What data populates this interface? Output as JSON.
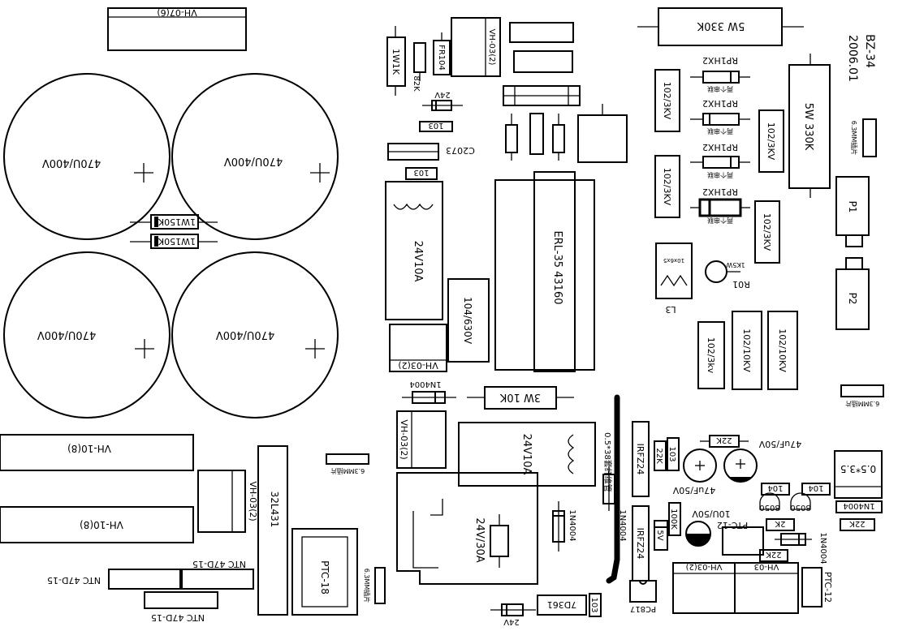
{
  "board": {
    "model": "BZ-34",
    "date": "2006.01",
    "background": "#ffffff",
    "ink": "#000000"
  },
  "caps": {
    "big_tl": "470U/400V",
    "big_tr": "470U/400V",
    "big_bl": "470U/400V",
    "big_br": "470U/400V",
    "c104": "104/630V",
    "c2073": "C2073",
    "c47a": "47uF/50V",
    "c47b": "47uF/50V",
    "c10": "10U/50V",
    "c102_1": "102/3KV",
    "c102_2": "102/3KV",
    "c102_3": "102/3KV",
    "c102_4": "102/3KV",
    "c102_5": "102/3kv",
    "c102_6": "102/10KV",
    "c102_7": "102/10KV"
  },
  "resistors": {
    "r_1w150k_a": "1W150K",
    "r_1w150k_b": "1W150K",
    "r_1w1k": "1W1K",
    "r_82k": "82K",
    "r_3w10k": "3W 10K",
    "r_5w330k_top": "5W 330K",
    "r_5w330k_side": "5W 330K",
    "r_22k_a": "22K",
    "r_22k_b": "22K",
    "r_22k_c": "22K",
    "r_22k_d": "22K",
    "r_2k": "2K",
    "r_100k": "100K",
    "r_103_a": "103",
    "r_103_b": "103",
    "r_103_c": "103",
    "r_103_d": "103",
    "r_104_a": "104",
    "r_104_b": "104",
    "r_rp1": "RP1HX2",
    "r_rp2": "RP1HX2",
    "r_rp3": "RP1HX2",
    "r_rp4": "RP1HX2",
    "rp_note": "两个串联",
    "r_r01": "R01",
    "r_1k5w": "1K5W",
    "r_fr104": "FR104"
  },
  "semis": {
    "d_24v_a": "24V",
    "d_24v_b": "24V",
    "d_1n4004_a": "1N4004",
    "d_1n4004_b": "1N4004",
    "d_1n4004_c": "1N4004",
    "d_1n4004_d": "1N4004",
    "d_1n4004_e": "1N4004",
    "d_5v": "5V",
    "q_irfz24_a": "IRFZ24",
    "q_irfz24_b": "IRFZ24",
    "q_8050_a": "8050",
    "q_8050_b": "8050",
    "u_32l431": "32L431",
    "u_7d361": "7D361",
    "u_pc817": "PC817"
  },
  "magnetics": {
    "transformer": "ERL-35  43160",
    "relay_top": "24V10A",
    "relay_mid": "24V10A",
    "relay_big": "24V/30A",
    "l3": "L3",
    "l3_core": "10x6x5",
    "sleeve_note": "0.5*38套纤维管"
  },
  "connectors": {
    "vh07": "VH-07(6)",
    "vh03_top": "VH-03(2)",
    "vh03_mid": "VH-03(2)",
    "vh03_left": "VH-03(2)",
    "vh03_small": "VH-03(2)",
    "vh03_br_a": "VH-03(2)",
    "vh03_br_b": "VH-03",
    "vh10_a": "VH-10(8)",
    "vh10_b": "VH-10(8)",
    "p1": "P1",
    "p2": "P2",
    "tab_a": "6.3MM插片",
    "tab_b": "6.3MM插片",
    "tab_c": "6.3MM插片",
    "tab_d": "6.3MM插片",
    "fuse": "0.5*3.5"
  },
  "thermistors": {
    "ptc18": "PTC-18",
    "ptc12_a": "PTC-12",
    "ptc12_b": "PTC-12",
    "ntc_a": "NTC 47D-15",
    "ntc_b": "NTC 47D-15",
    "ntc_c": "NTC 47D-15"
  }
}
